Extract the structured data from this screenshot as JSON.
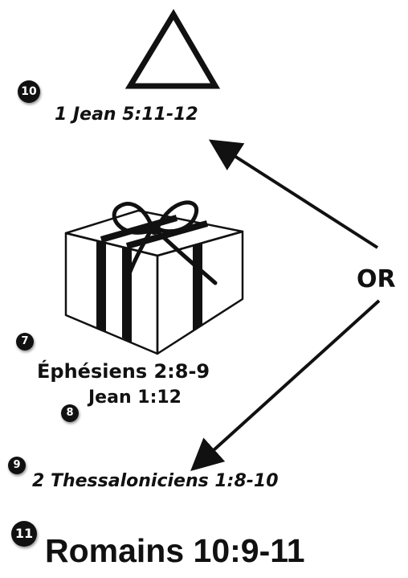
{
  "references": {
    "premier_jean": "1 Jean 5:11-12",
    "ephesiens": "Éphésiens 2:8-9",
    "jean": "Jean 1:12",
    "thessaloniciens": "2 Thessaloniciens 1:8-10",
    "romains": "Romains 10:9-11"
  },
  "badges": {
    "b10": "10",
    "b7": "7",
    "b8": "8",
    "b9": "9",
    "b11": "11"
  },
  "or_label": "OR",
  "colors": {
    "ink": "#111111",
    "badge_text": "#ffffff",
    "background": "#ffffff"
  },
  "icons": [
    "triangle-icon",
    "gift-box-icon",
    "arrow-up-left-icon",
    "arrow-down-left-icon"
  ]
}
